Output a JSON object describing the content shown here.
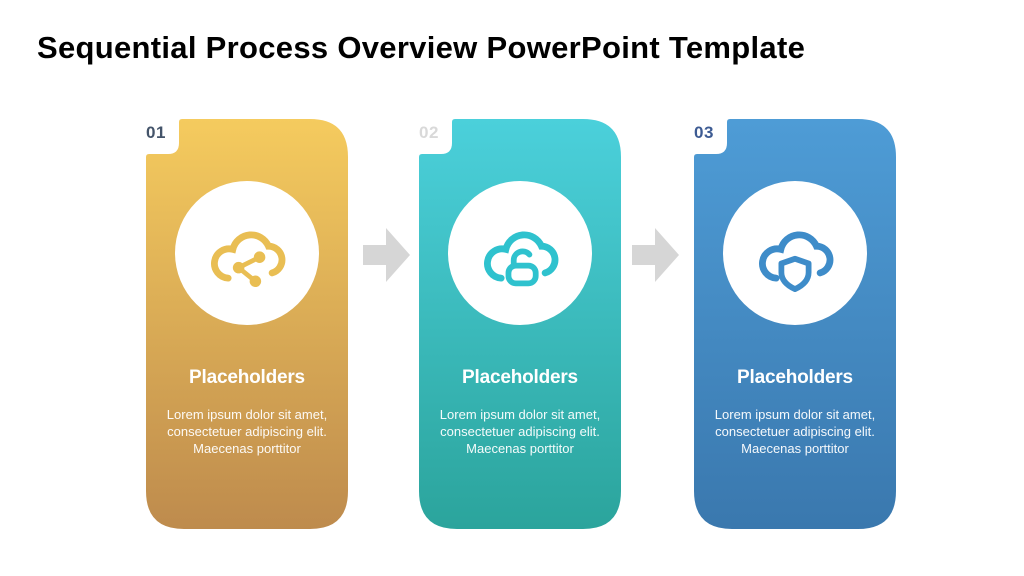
{
  "slide": {
    "title": "Sequential Process Overview PowerPoint Template",
    "background_color": "#ffffff"
  },
  "arrow": {
    "color": "#D6D6D6"
  },
  "steps": [
    {
      "number": "01",
      "title": "Placeholders",
      "body_lines": [
        "Lorem ipsum dolor sit amet,",
        "consectetuer adipiscing elit.",
        "Maecenas porttitor"
      ],
      "icon": "cloud-share-icon",
      "colors": {
        "top": "#F5CB5E",
        "bottom": "#BE8B4D",
        "icon": "#E9BE53",
        "number": "#44546A"
      }
    },
    {
      "number": "02",
      "title": "Placeholders",
      "body_lines": [
        "Lorem ipsum dolor sit amet,",
        "consectetuer adipiscing elit.",
        "Maecenas porttitor"
      ],
      "icon": "cloud-unlock-icon",
      "colors": {
        "top": "#4BD0DB",
        "bottom": "#2BA49C",
        "icon": "#2FC2CE",
        "number": "#D9D9D9"
      }
    },
    {
      "number": "03",
      "title": "Placeholders",
      "body_lines": [
        "Lorem ipsum dolor sit amet,",
        "consectetuer adipiscing elit.",
        "Maecenas porttitor"
      ],
      "icon": "cloud-shield-icon",
      "colors": {
        "top": "#4E9CD6",
        "bottom": "#3A78AE",
        "icon": "#3E8CC9",
        "number": "#3D5B93"
      }
    }
  ]
}
